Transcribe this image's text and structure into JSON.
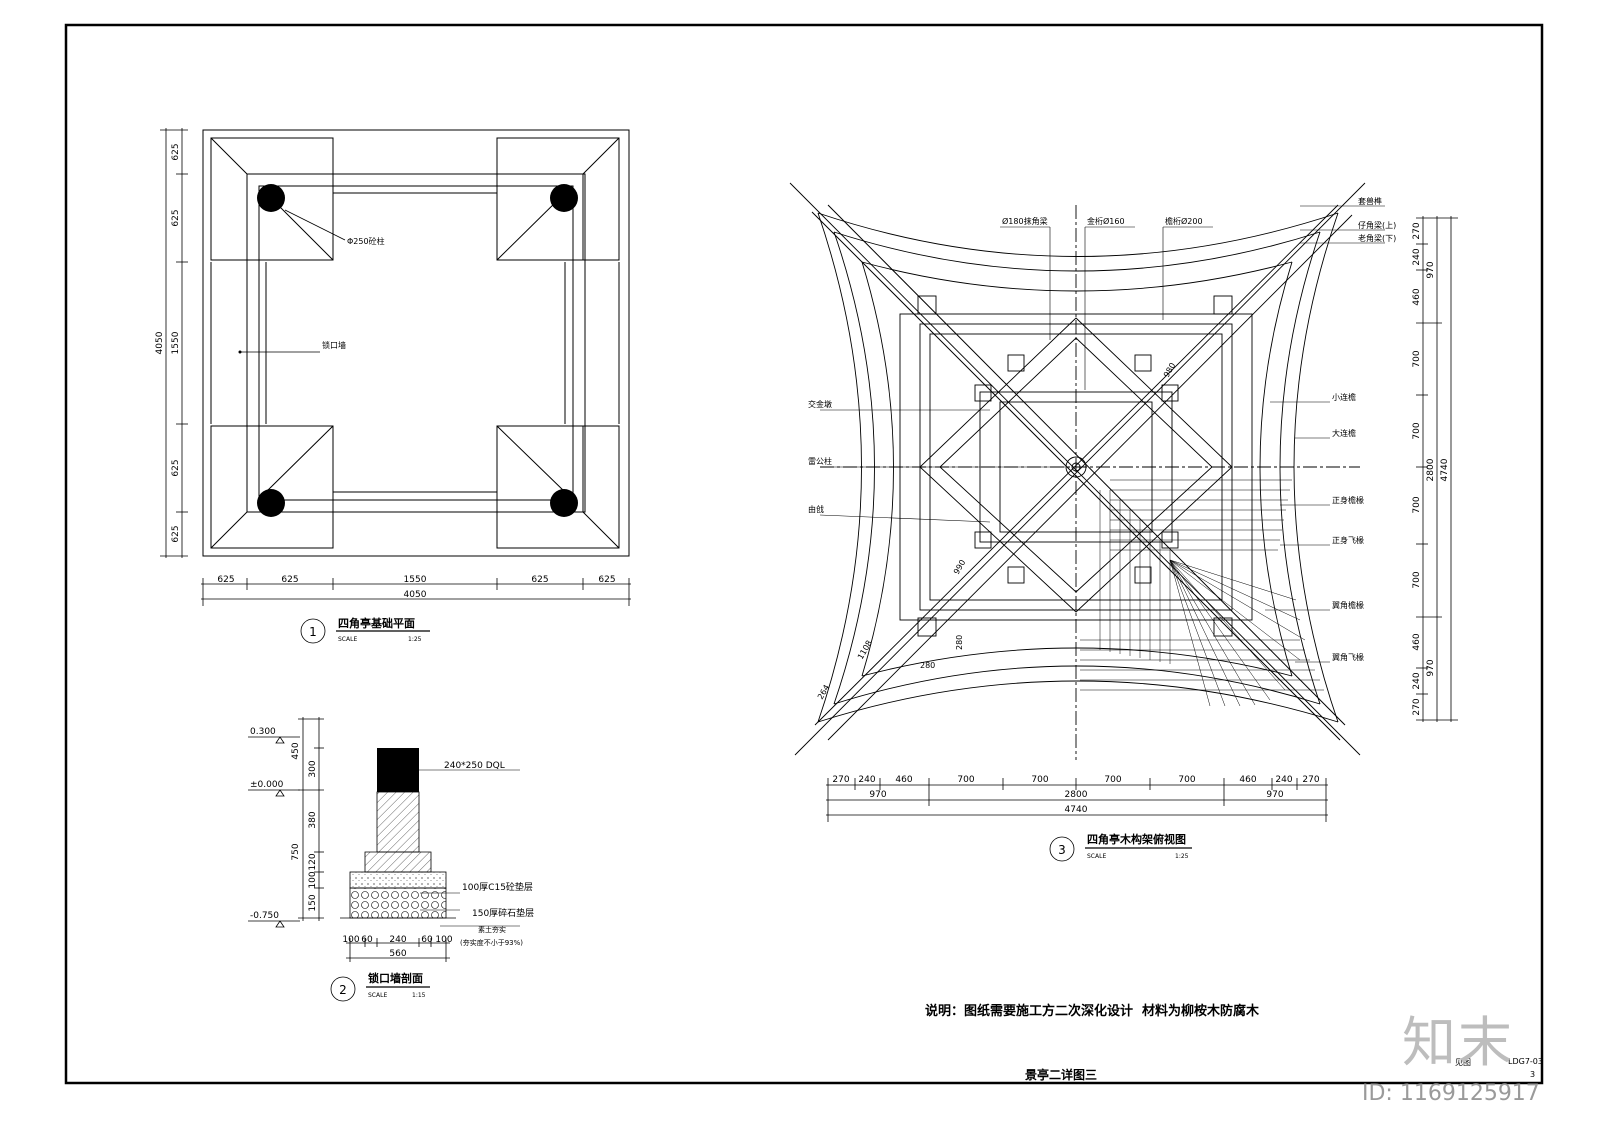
{
  "plan1": {
    "num": "1",
    "title": "四角亭基础平面",
    "scale_label": "SCALE",
    "scale": "1:25",
    "left_dims": [
      "625",
      "625",
      "1550",
      "625",
      "625"
    ],
    "left_total": "4050",
    "bottom_dims": [
      "625",
      "625",
      "1550",
      "625",
      "625"
    ],
    "bottom_total": "4050",
    "column_label": "Φ250砼柱",
    "wall_label": "锁口墙"
  },
  "section2": {
    "num": "2",
    "title": "锁口墙剖面",
    "scale_label": "SCALE",
    "scale": "1:15",
    "levels": [
      "0.300",
      "±0.000",
      "-0.750"
    ],
    "vdims": [
      "450",
      "300",
      "750",
      "380",
      "120",
      "100",
      "150"
    ],
    "hdims": [
      "100",
      "60",
      "240",
      "60",
      "100"
    ],
    "htotal": "560",
    "beam_label": "240*250 DQL",
    "layer_labels": [
      "100厚C15砼垫层",
      "150厚碎石垫层",
      "素土夯实",
      "(夯实度不小于93%)"
    ]
  },
  "plan3": {
    "num": "3",
    "title": "四角亭木构架俯视图",
    "scale_label": "SCALE",
    "scale": "1:25",
    "top_labels": [
      "Ø180抹角梁",
      "金桁Ø160",
      "檐桁Ø200"
    ],
    "right_top_labels": [
      "套兽榫",
      "仔角梁(上)",
      "老角梁(下)"
    ],
    "left_labels": [
      "交金墩",
      "雷公柱",
      "由戗"
    ],
    "right_labels": [
      "小连檐",
      "大连檐",
      "正身檐椽",
      "正身飞椽",
      "翼角檐椽",
      "翼角飞椽"
    ],
    "bottom_dims": [
      "270",
      "240",
      "460",
      "700",
      "700",
      "700",
      "700",
      "460",
      "240",
      "270"
    ],
    "bottom_mid": [
      "970",
      "2800",
      "970"
    ],
    "bottom_total": "4740",
    "right_dims": [
      "270",
      "240",
      "460",
      "700",
      "700",
      "700",
      "700",
      "460",
      "240",
      "270"
    ],
    "right_mid": [
      "970",
      "2800",
      "970"
    ],
    "right_total": "4740",
    "inner_dims": [
      "980",
      "990",
      "1108",
      "264",
      "280",
      "280"
    ]
  },
  "note": "说明：图纸需要施工方二次深化设计  材料为柳桉木防腐木",
  "sheet_title": "景亭二详图三",
  "title_block": {
    "left": "见图",
    "code": "LDG7-03",
    "page": "3"
  },
  "brand": "知末",
  "id_tag": "ID: 1169125917"
}
